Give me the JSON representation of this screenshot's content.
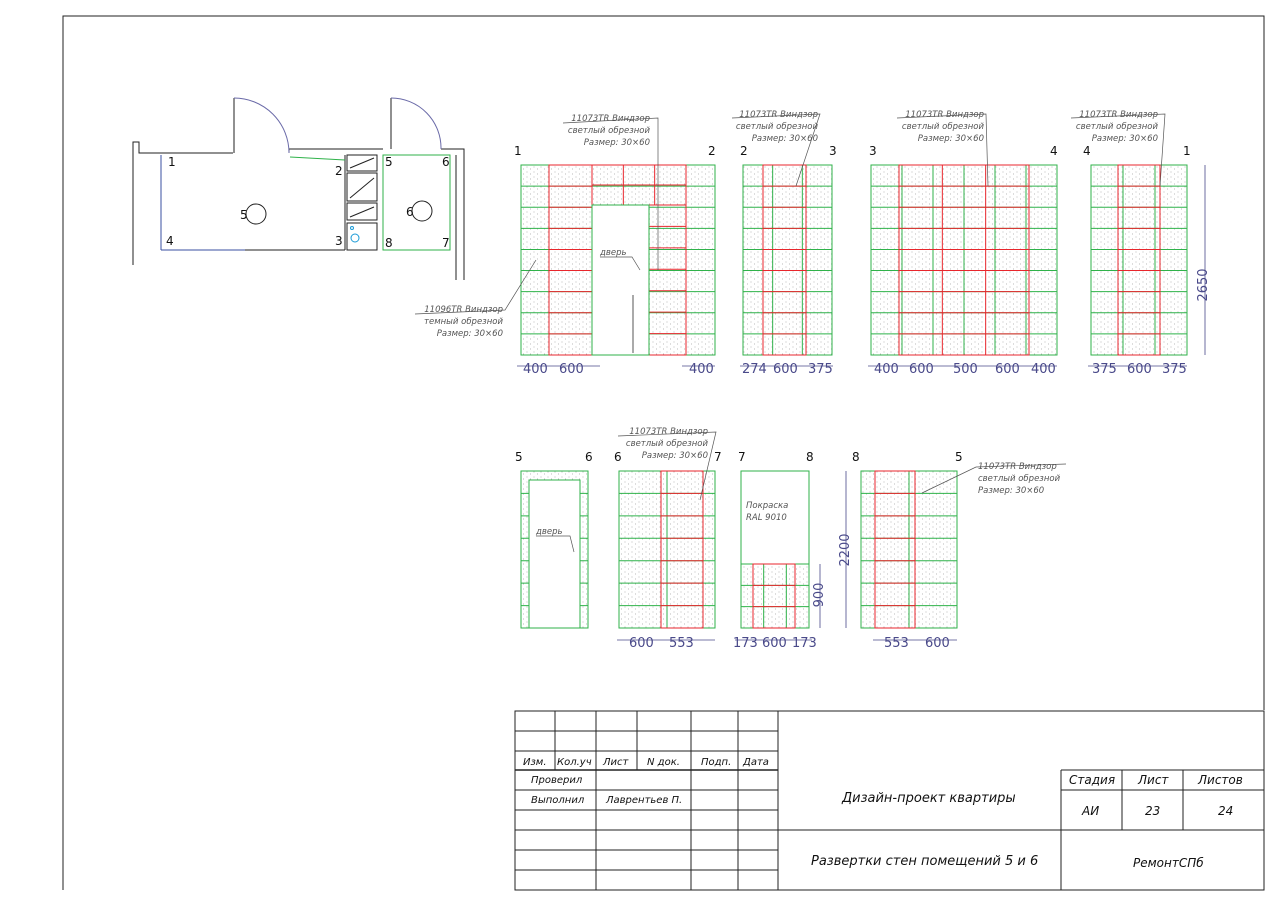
{
  "colors": {
    "tile_base": "#2fb24a",
    "tile_accent": "#e8262c",
    "dimension": "#4a4a8a",
    "frame": "#222222"
  },
  "plan": {
    "rooms": [
      "5",
      "6"
    ],
    "corners": [
      "1",
      "2",
      "3",
      "4",
      "5",
      "6",
      "7",
      "8"
    ]
  },
  "notes": {
    "light_tile": [
      "11073TR Виндзор",
      "светлый обрезной",
      "Размер: 30×60"
    ],
    "dark_tile": [
      "11096TR Виндзор",
      "темный обрезной",
      "Размер: 30×60"
    ],
    "door": "дверь",
    "paint": [
      "Покраска",
      "RAL 9010"
    ]
  },
  "elevations": [
    {
      "corners": [
        "1",
        "2"
      ],
      "dims": [
        "400",
        "600",
        "400"
      ],
      "door": true
    },
    {
      "corners": [
        "2",
        "3"
      ],
      "dims": [
        "274",
        "600",
        "375"
      ]
    },
    {
      "corners": [
        "3",
        "4"
      ],
      "dims": [
        "400",
        "600",
        "500",
        "600",
        "400"
      ]
    },
    {
      "corners": [
        "4",
        "1"
      ],
      "dims": [
        "375",
        "600",
        "375"
      ],
      "height": "2650"
    },
    {
      "corners": [
        "5",
        "6"
      ],
      "dims": [],
      "door": true
    },
    {
      "corners": [
        "6",
        "7"
      ],
      "dims": [
        "600",
        "553"
      ]
    },
    {
      "corners": [
        "7",
        "8"
      ],
      "dims": [
        "173",
        "600",
        "173"
      ],
      "height": "900"
    },
    {
      "corners": [
        "8",
        "5"
      ],
      "dims": [
        "553",
        "600"
      ],
      "height": "2200"
    }
  ],
  "title_block": {
    "headers": [
      "Изм.",
      "Кол.уч",
      "Лист",
      "N док.",
      "Подп.",
      "Дата"
    ],
    "checked_label": "Проверил",
    "done_label": "Выполнил",
    "done_name": "Лаврентьев П.",
    "project": "Дизайн-проект квартиры",
    "sheet_title": "Развертки стен помещений 5 и 6",
    "company": "РемонтСПб",
    "stage_header": "Стадия",
    "sheet_header": "Лист",
    "sheets_header": "Листов",
    "stage": "АИ",
    "sheet": "23",
    "sheets": "24"
  }
}
